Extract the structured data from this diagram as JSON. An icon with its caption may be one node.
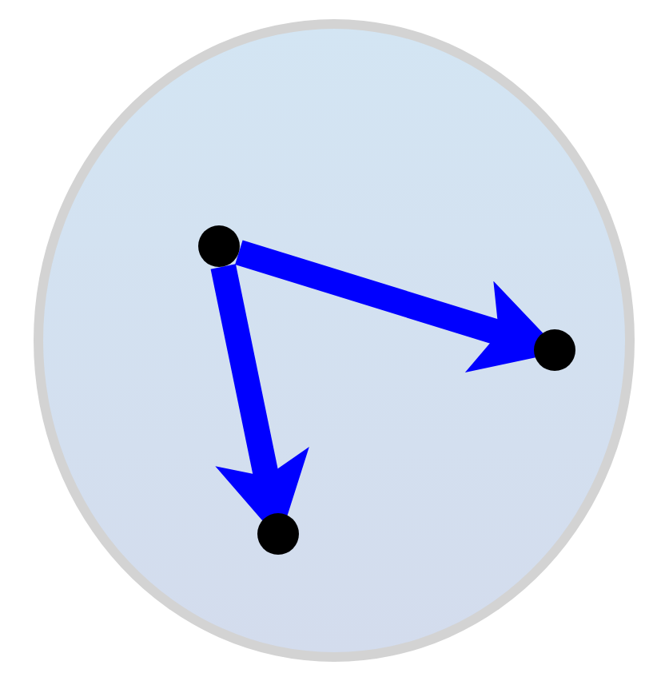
{
  "diagram": {
    "nodes": [
      {
        "text": [],
        "shape": "ellipse"
      },
      {
        "text": [],
        "shape": "circle",
        "in": 0
      },
      {
        "text": [],
        "shape": "circle",
        "in": 0
      },
      {
        "text": [],
        "shape": "circle",
        "in": 0
      }
    ],
    "edges": [
      {
        "from": 1,
        "to": 2,
        "arrow": "to"
      },
      {
        "from": 1,
        "to": 3,
        "arrow": "to"
      }
    ]
  }
}
